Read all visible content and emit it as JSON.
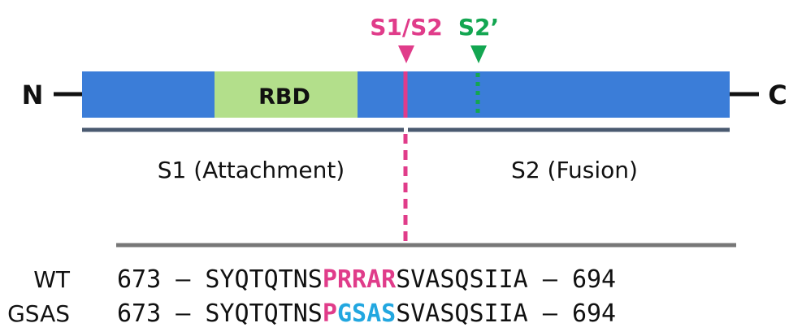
{
  "colors": {
    "protein_bar": "#3b7dd8",
    "rbd": "#b3df8b",
    "domain_line": "#4a5a70",
    "cleavage_s1s2": "#e03c8a",
    "cleavage_s2prime": "#13a651",
    "sequence_line": "#777777",
    "gsas_highlight_blue": "#22a7e0",
    "text": "#111111"
  },
  "protein": {
    "n_terminus": "N",
    "c_terminus": "C",
    "rbd_label": "RBD"
  },
  "cleavage_sites": {
    "s1s2": "S1/S2",
    "s2prime": "S2’"
  },
  "domains": {
    "s1": "S1 (Attachment)",
    "s2": "S2 (Fusion)"
  },
  "sequences": [
    {
      "name": "WT",
      "start": "673",
      "dash1": "–",
      "prefix": "SYQTQTNS",
      "site": [
        {
          "res": "P",
          "color": "#e03c8a"
        },
        {
          "res": "R",
          "color": "#e03c8a"
        },
        {
          "res": "R",
          "color": "#e03c8a"
        },
        {
          "res": "A",
          "color": "#e03c8a"
        },
        {
          "res": "R",
          "color": "#e03c8a"
        }
      ],
      "suffix": "SVASQSIIA",
      "dash2": "–",
      "end": "694"
    },
    {
      "name": "GSAS",
      "start": "673",
      "dash1": "–",
      "prefix": "SYQTQTNS",
      "site": [
        {
          "res": "P",
          "color": "#e03c8a"
        },
        {
          "res": "G",
          "color": "#22a7e0"
        },
        {
          "res": "S",
          "color": "#22a7e0"
        },
        {
          "res": "A",
          "color": "#22a7e0"
        },
        {
          "res": "S",
          "color": "#22a7e0"
        }
      ],
      "suffix": "SVASQSIIA",
      "dash2": "–",
      "end": "694"
    }
  ]
}
